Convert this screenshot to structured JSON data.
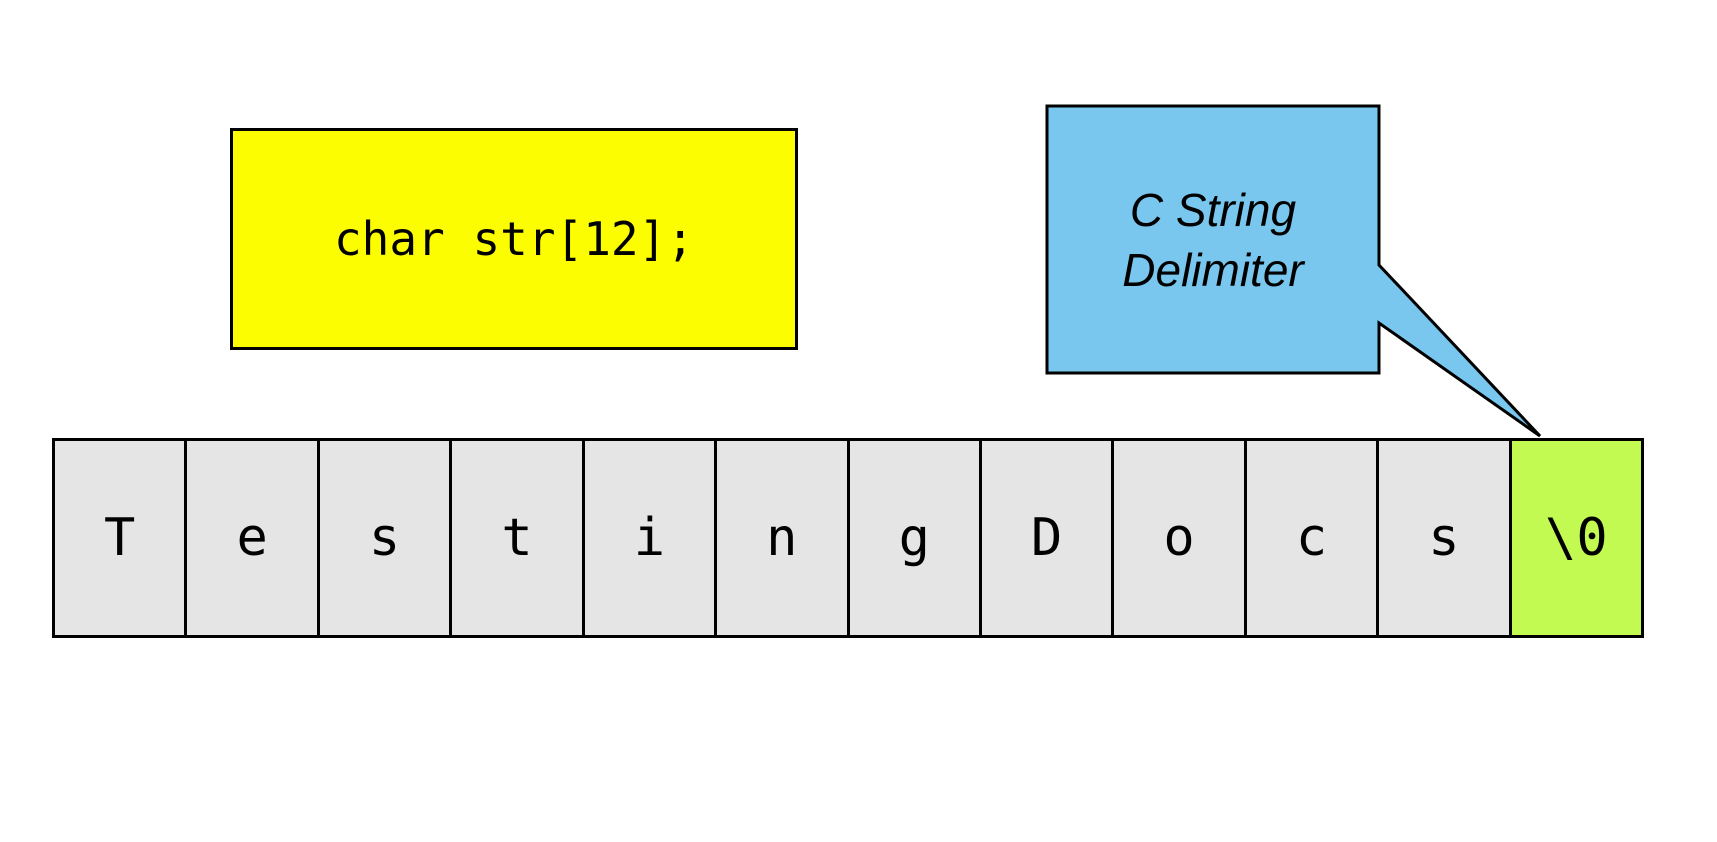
{
  "declaration": {
    "code": "char str[12];"
  },
  "callout": {
    "lines": [
      "C String",
      "Delimiter"
    ]
  },
  "array": {
    "cells": [
      "T",
      "e",
      "s",
      "t",
      "i",
      "n",
      "g",
      "D",
      "o",
      "c",
      "s",
      "\\0"
    ],
    "delimiter_index": 11
  },
  "colors": {
    "background": "#ffffff",
    "declaration_bg": "#fdfd02",
    "callout_bg": "#79c7ee",
    "cell_bg": "#e5e5e5",
    "delimiter_bg": "#c3fa51",
    "border": "#000000"
  }
}
